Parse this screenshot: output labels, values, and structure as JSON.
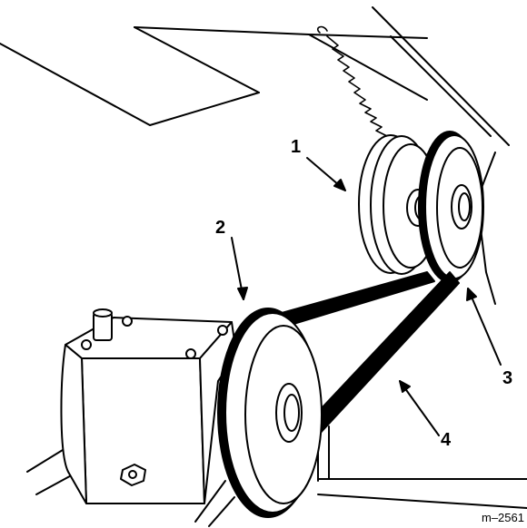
{
  "callouts": {
    "c1": "1",
    "c2": "2",
    "c3": "3",
    "c4": "4"
  },
  "figure_id": "m–2561",
  "colors": {
    "line": "#000000",
    "fill": "#ffffff"
  }
}
